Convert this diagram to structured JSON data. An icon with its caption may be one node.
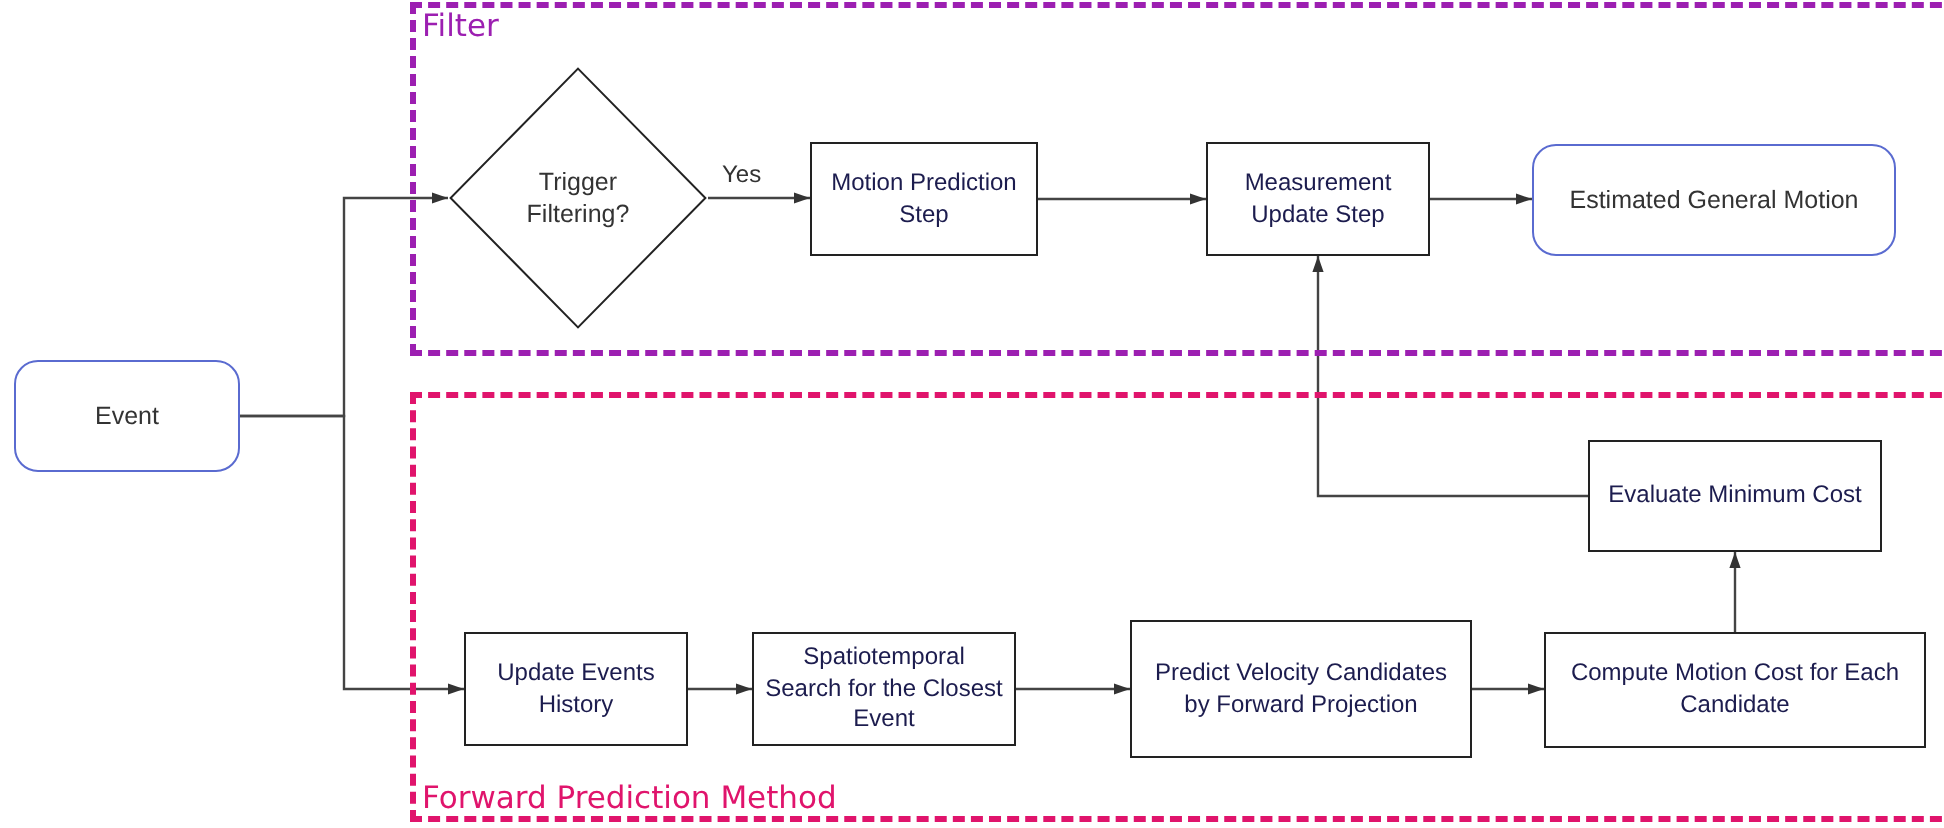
{
  "diagram": {
    "nodes": [
      {
        "text": [
          "Filter"
        ]
      },
      {
        "text": [
          "Trigger Filtering?"
        ],
        "in": 0
      },
      {
        "text": [
          "Motion Prediction Step"
        ],
        "in": 0
      },
      {
        "text": [
          "Measurement Update Step"
        ],
        "in": 0
      },
      {
        "text": [
          "Estimated General Motion"
        ],
        "in": 0
      },
      {
        "text": [
          "Event"
        ]
      },
      {
        "text": [
          "Forward Prediction Method"
        ]
      },
      {
        "text": [
          "Update Events History"
        ],
        "in": 6
      },
      {
        "text": [
          "Spatiotemporal Search for the Closest Event"
        ],
        "in": 6
      },
      {
        "text": [
          "Predict Velocity Candidates by Forward Projection"
        ],
        "in": 6
      },
      {
        "text": [
          "Compute Motion Cost for Each Candidate"
        ],
        "in": 6
      },
      {
        "text": [
          "Evaluate Minimum Cost"
        ],
        "in": 6
      }
    ],
    "edges": [
      {
        "from": 5,
        "to": 1,
        "arrow": "to"
      },
      {
        "from": 5,
        "to": 7,
        "arrow": "to"
      },
      {
        "from": 1,
        "to": 2,
        "arrow": "to",
        "label": "Yes"
      },
      {
        "from": 2,
        "to": 3,
        "arrow": "to"
      },
      {
        "from": 3,
        "to": 4,
        "arrow": "to"
      },
      {
        "from": 7,
        "to": 8,
        "arrow": "to"
      },
      {
        "from": 8,
        "to": 9,
        "arrow": "to"
      },
      {
        "from": 9,
        "to": 10,
        "arrow": "to"
      },
      {
        "from": 10,
        "to": 11,
        "arrow": "to"
      },
      {
        "from": 11,
        "to": 3,
        "arrow": "to"
      }
    ]
  }
}
